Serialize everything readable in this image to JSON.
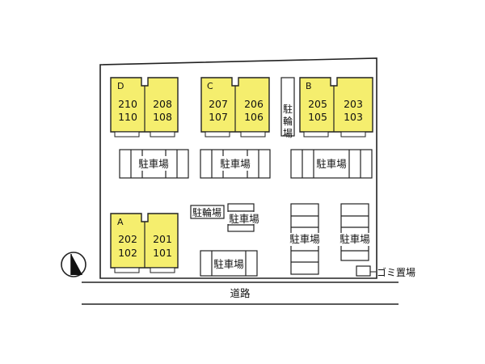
{
  "buildings": [
    {
      "letter": "D",
      "left": {
        "top": "210",
        "bottom": "110"
      },
      "right": {
        "top": "208",
        "bottom": "108"
      }
    },
    {
      "letter": "C",
      "left": {
        "top": "207",
        "bottom": "107"
      },
      "right": {
        "top": "206",
        "bottom": "106"
      }
    },
    {
      "letter": "B",
      "left": {
        "top": "205",
        "bottom": "105"
      },
      "right": {
        "top": "203",
        "bottom": "103"
      }
    },
    {
      "letter": "A",
      "left": {
        "top": "202",
        "bottom": "102"
      },
      "right": {
        "top": "201",
        "bottom": "101"
      }
    }
  ],
  "labels": {
    "parking": "駐車場",
    "bicycle_parking": "駐輪場",
    "bicycle_vertical": [
      "駐",
      "輪",
      "場"
    ],
    "garbage": "ゴミ置場",
    "road": "道路"
  },
  "colors": {
    "building_fill": "#f5ee6e",
    "line": "#222222"
  },
  "icons": {
    "north": "north-arrow-icon"
  }
}
